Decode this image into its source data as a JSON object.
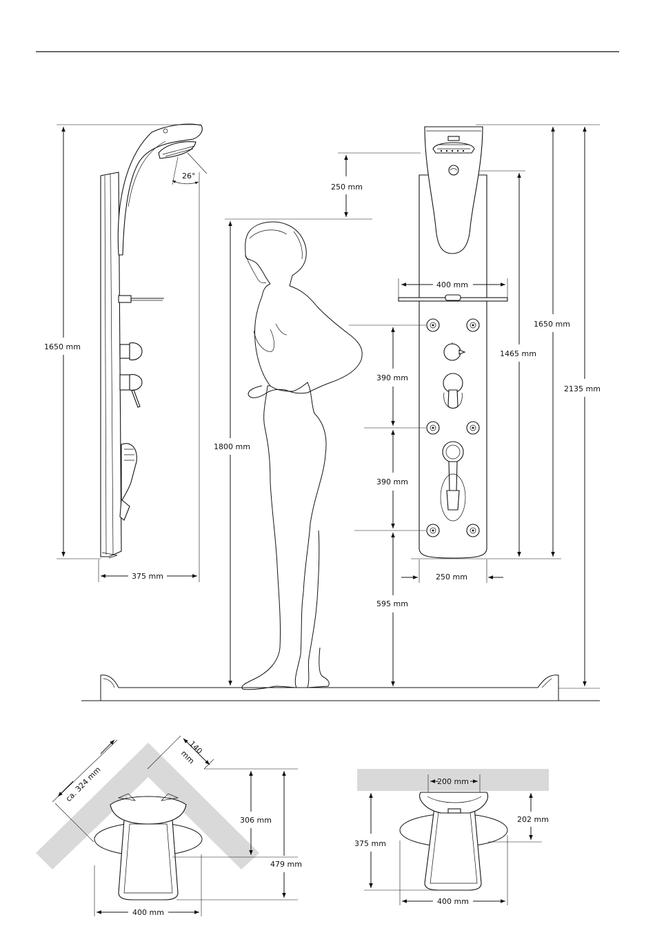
{
  "side_view": {
    "height_label": "1650 mm",
    "width_label": "375 mm",
    "angle_label": "26°"
  },
  "person": {
    "height_label": "1800 mm",
    "head_clearance_label": "250 mm"
  },
  "front_view": {
    "shelf_width_label": "400 mm",
    "jet_spacing_top_label": "390 mm",
    "jet_spacing_bottom_label": "390 mm",
    "jet_floor_label": "595 mm",
    "base_width_label": "250 mm",
    "height_1465_label": "1465 mm",
    "height_1650_label": "1650 mm",
    "total_height_label": "2135 mm"
  },
  "corner_plan": {
    "diagonal_label": "ca. 324 mm",
    "depth_label_line1": "140",
    "depth_label_line2": "mm",
    "depth_306_label": "306 mm",
    "depth_479_label": "479 mm",
    "width_label": "400 mm"
  },
  "wall_plan": {
    "top_width_label": "200 mm",
    "depth_202_label": "202 mm",
    "depth_375_label": "375 mm",
    "width_label": "400 mm"
  }
}
